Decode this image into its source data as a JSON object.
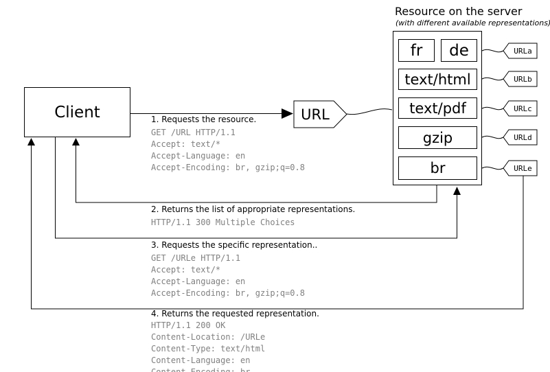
{
  "client": {
    "label": "Client"
  },
  "url_node": {
    "label": "URL"
  },
  "server": {
    "title": "Resource on the server",
    "subtitle": "(with different available representations)",
    "representations": [
      "fr",
      "de",
      "text/html",
      "text/pdf",
      "gzip",
      "br"
    ],
    "url_tags": [
      "URLa",
      "URLb",
      "URLc",
      "URLd",
      "URLe"
    ]
  },
  "messages": [
    {
      "title": "1. Requests the resource.",
      "lines": [
        "GET /URL HTTP/1.1",
        "Accept: text/*",
        "Accept-Language: en",
        "Accept-Encoding: br, gzip;q=0.8"
      ]
    },
    {
      "title": "2. Returns the list of appropriate representations.",
      "lines": [
        "HTTP/1.1 300 Multiple Choices"
      ]
    },
    {
      "title": "3. Requests the specific representation..",
      "lines": [
        "GET /URLe HTTP/1.1",
        "Accept: text/*",
        "Accept-Language: en",
        "Accept-Encoding: br, gzip;q=0.8"
      ]
    },
    {
      "title": "4. Returns the requested representation.",
      "lines": [
        "HTTP/1.1 200 OK",
        "Content-Location: /URLe",
        "Content-Type: text/html",
        "Content-Language: en",
        "Content-Encoding: br"
      ]
    }
  ],
  "colors": {
    "line": "#000000",
    "box_border": "#000000",
    "mono_text": "#808080",
    "background": "#ffffff"
  }
}
